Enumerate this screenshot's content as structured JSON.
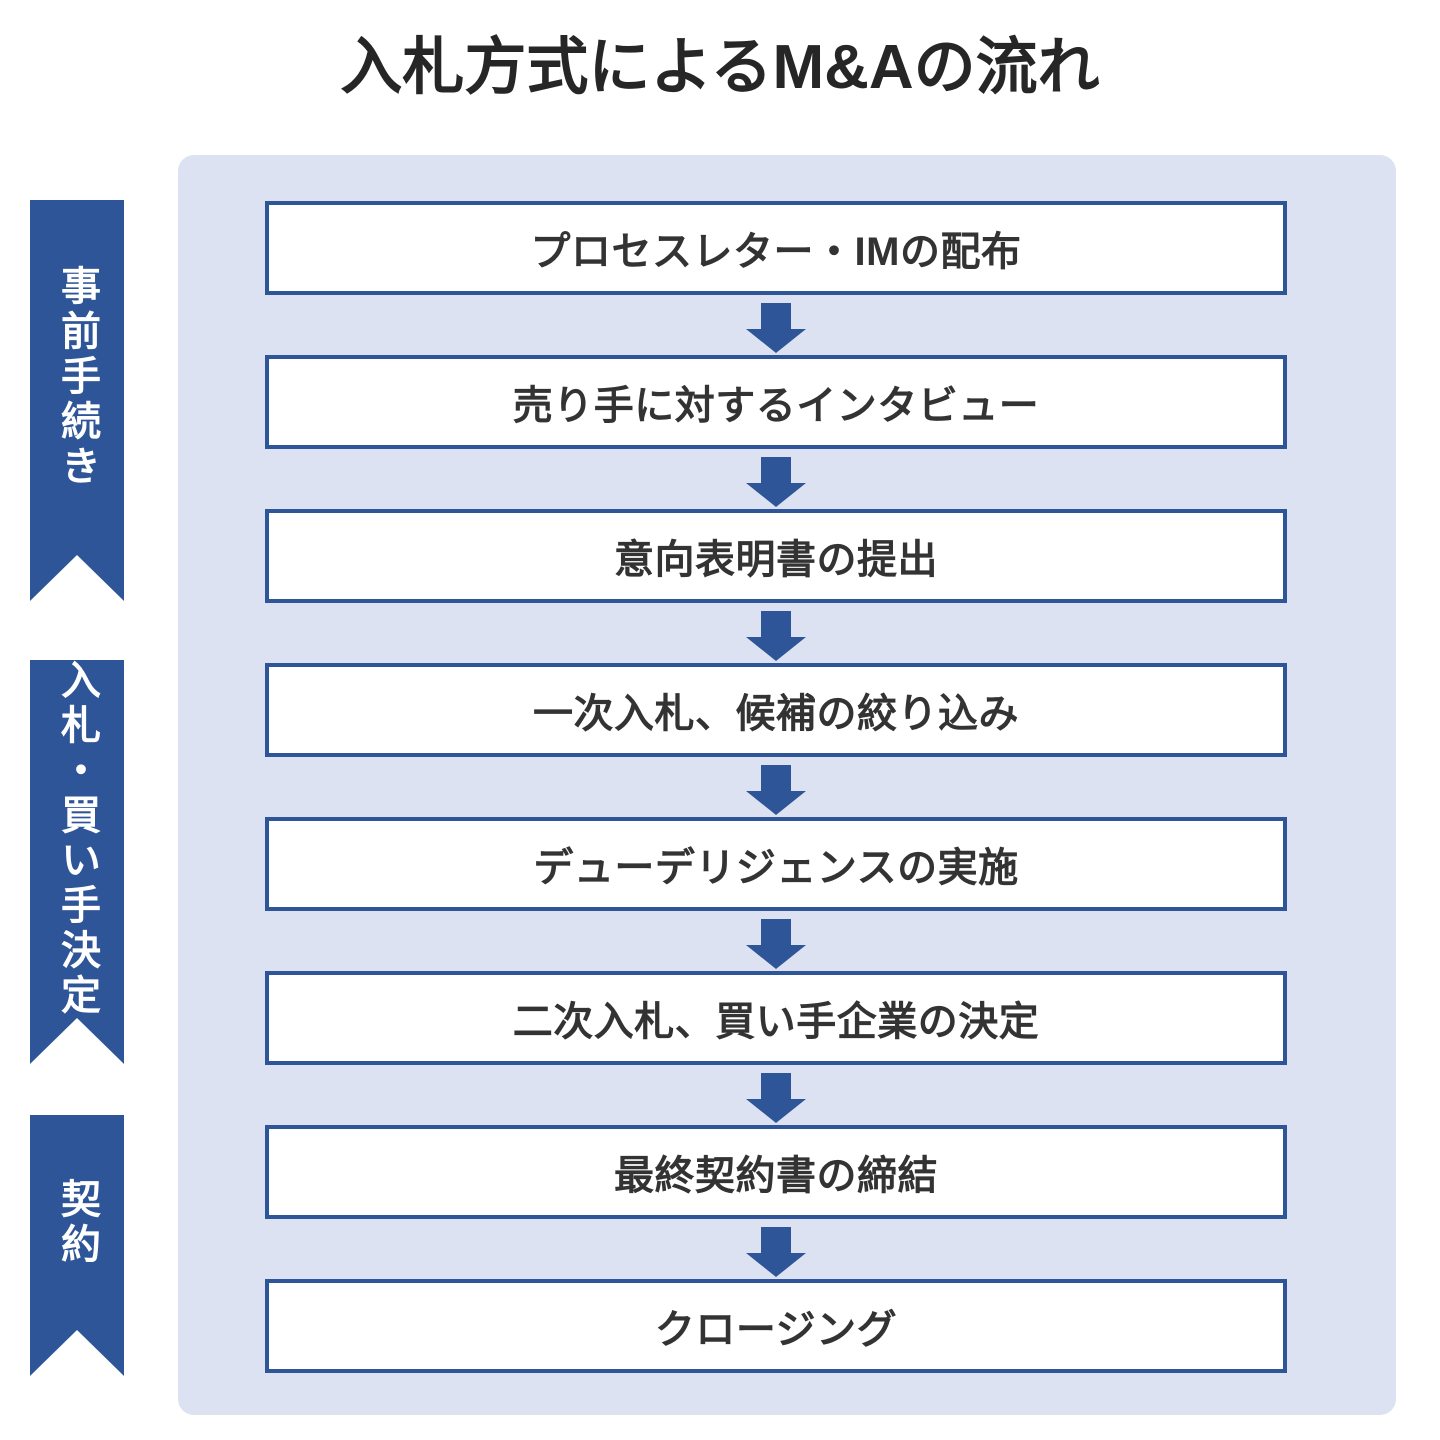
{
  "title": "入札方式によるM&Aの流れ",
  "colors": {
    "panel_background": "#dce2f1",
    "accent_blue": "#2e5597",
    "box_background": "#ffffff",
    "box_border": "#2e5597",
    "text_dark": "#333333",
    "title_color": "#262626",
    "phase_label_color": "#ffffff"
  },
  "phases": [
    {
      "label": "事前手続き"
    },
    {
      "label": "入札・買い手決定"
    },
    {
      "label": "契約"
    }
  ],
  "steps": [
    {
      "index": 1,
      "label": "プロセスレター・IMの配布"
    },
    {
      "index": 2,
      "label": "売り手に対するインタビュー"
    },
    {
      "index": 3,
      "label": "意向表明書の提出"
    },
    {
      "index": 4,
      "label": "一次入札、候補の絞り込み"
    },
    {
      "index": 5,
      "label": "デューデリジェンスの実施"
    },
    {
      "index": 6,
      "label": "二次入札、買い手企業の決定"
    },
    {
      "index": 7,
      "label": "最終契約書の締結"
    },
    {
      "index": 8,
      "label": "クロージング"
    }
  ],
  "connectors": [
    {
      "from": 1,
      "to": 2,
      "icon": "arrow-down-icon"
    },
    {
      "from": 2,
      "to": 3,
      "icon": "arrow-down-icon"
    },
    {
      "from": 3,
      "to": 4,
      "icon": "arrow-down-icon"
    },
    {
      "from": 4,
      "to": 5,
      "icon": "arrow-down-icon"
    },
    {
      "from": 5,
      "to": 6,
      "icon": "arrow-down-icon"
    },
    {
      "from": 6,
      "to": 7,
      "icon": "arrow-down-icon"
    },
    {
      "from": 7,
      "to": 8,
      "icon": "arrow-down-icon"
    }
  ]
}
